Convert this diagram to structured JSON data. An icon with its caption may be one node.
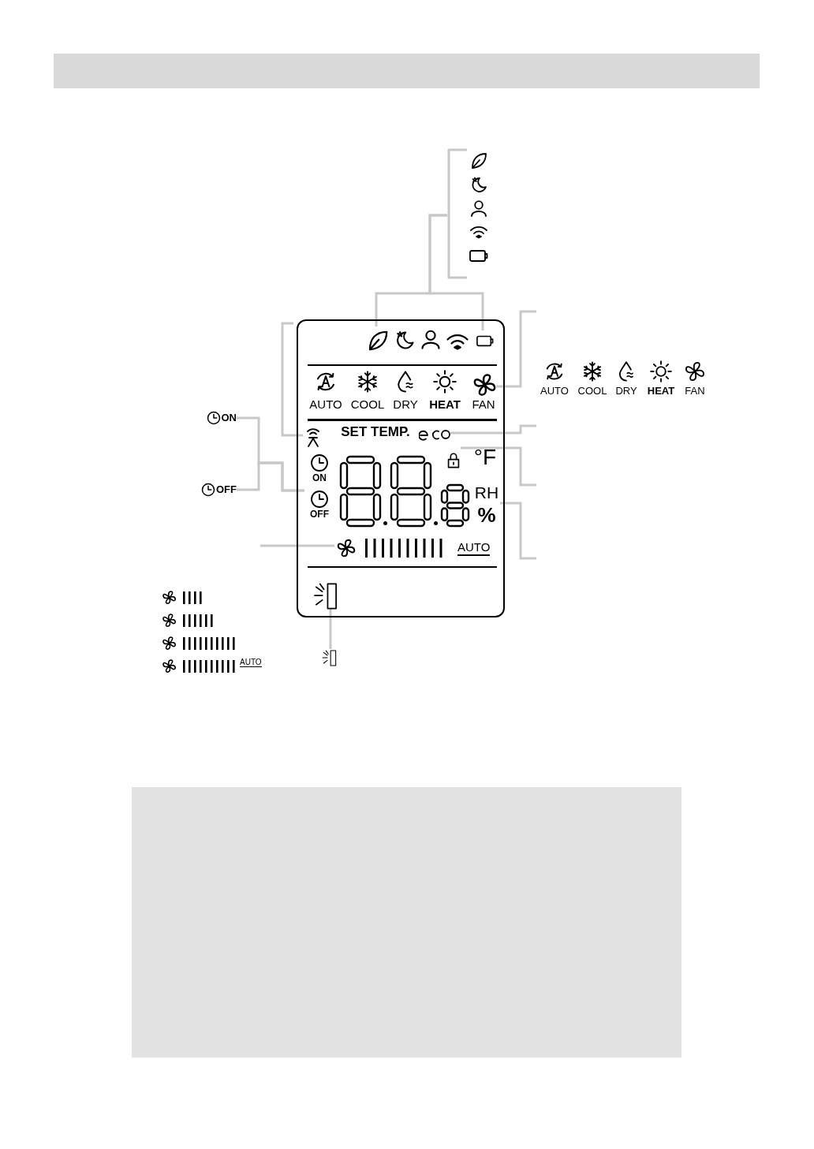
{
  "diagram": {
    "nodes": [
      {
        "text": [],
        "shape": "icon"
      },
      {
        "text": [],
        "shape": "box"
      },
      {
        "text": [],
        "shape": "icon",
        "in": 1
      },
      {
        "text": [],
        "shape": "box",
        "in": 1
      },
      {
        "text": [],
        "shape": "icon",
        "in": 1
      },
      {
        "text": [],
        "shape": "icon",
        "in": 1
      },
      {
        "text": [],
        "shape": "icon",
        "in": 1
      },
      {
        "text": [],
        "shape": "box",
        "in": 1
      },
      {
        "text": [
          "ON",
          "OFF"
        ],
        "in": 1
      },
      {
        "text": [
          "RH",
          "%"
        ],
        "in": 1
      },
      {
        "text": [
          "AUTO"
        ],
        "in": 1
      },
      {
        "text": [],
        "shape": "icon",
        "in": 1
      },
      {
        "text": [
          "ON"
        ]
      },
      {
        "text": [
          "OFF"
        ]
      },
      {
        "text": [],
        "shape": "icon"
      }
    ],
    "edges": [
      {
        "from": 0,
        "to": 2,
        "arrow": "none"
      },
      {
        "from": 0,
        "to": 3,
        "arrow": "none"
      },
      {
        "from": 4,
        "to": null,
        "arrow": "none"
      },
      {
        "from": 6,
        "to": null,
        "arrow": "none"
      },
      {
        "from": 7,
        "to": null,
        "arrow": "none"
      },
      {
        "from": 9,
        "to": null,
        "arrow": "none"
      },
      {
        "from": 5,
        "to": null,
        "arrow": "none"
      },
      {
        "from": 12,
        "to": 8,
        "arrow": "none"
      },
      {
        "from": 13,
        "to": 8,
        "arrow": "none"
      },
      {
        "from": 10,
        "to": null,
        "arrow": "none"
      },
      {
        "from": 11,
        "to": 14,
        "arrow": "none"
      }
    ],
    "labels": [
      "AUTO",
      "COOL",
      "DRY",
      "HEAT",
      "FAN",
      "AUTO",
      "COOL",
      "DRY",
      "HEAT",
      "FAN",
      "SET TEMP.",
      "°F",
      "AUTO"
    ]
  }
}
